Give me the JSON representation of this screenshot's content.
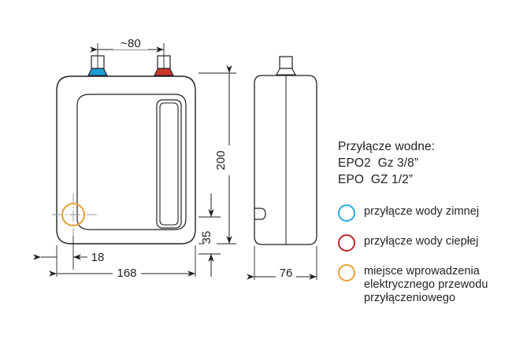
{
  "drawing": {
    "title": "EPO water heater dimensional drawing",
    "line_color": "#231f20",
    "views": {
      "front": {
        "name": "front-view"
      },
      "side": {
        "name": "side-view"
      }
    },
    "dimensions": {
      "port_spacing": "~80",
      "height_total": "200",
      "height_lower": "35",
      "offset_left": "18",
      "width_total": "168",
      "depth": "76"
    },
    "ports": {
      "cold_color": "#1B9DD9",
      "hot_color": "#C8372B",
      "cable_entry_color": "#E8A33D"
    }
  },
  "legend": {
    "spec_heading": "Przyłącze wodne:",
    "spec_line_1": "EPO2  Gz 3/8”",
    "spec_line_2": "EPO  GZ 1/2”",
    "items": [
      {
        "label": "przyłącze wody zimnej",
        "color": "#29ABE2",
        "icon": "cold-water-circle-icon"
      },
      {
        "label": "przyłącze wody ciepłej",
        "color": "#C1272D",
        "icon": "hot-water-circle-icon"
      },
      {
        "label": "miejsce wprowadzenia\nelektrycznego przewodu\nprzyłączeniowego",
        "color": "#E8A33D",
        "icon": "cable-entry-circle-icon"
      }
    ]
  }
}
